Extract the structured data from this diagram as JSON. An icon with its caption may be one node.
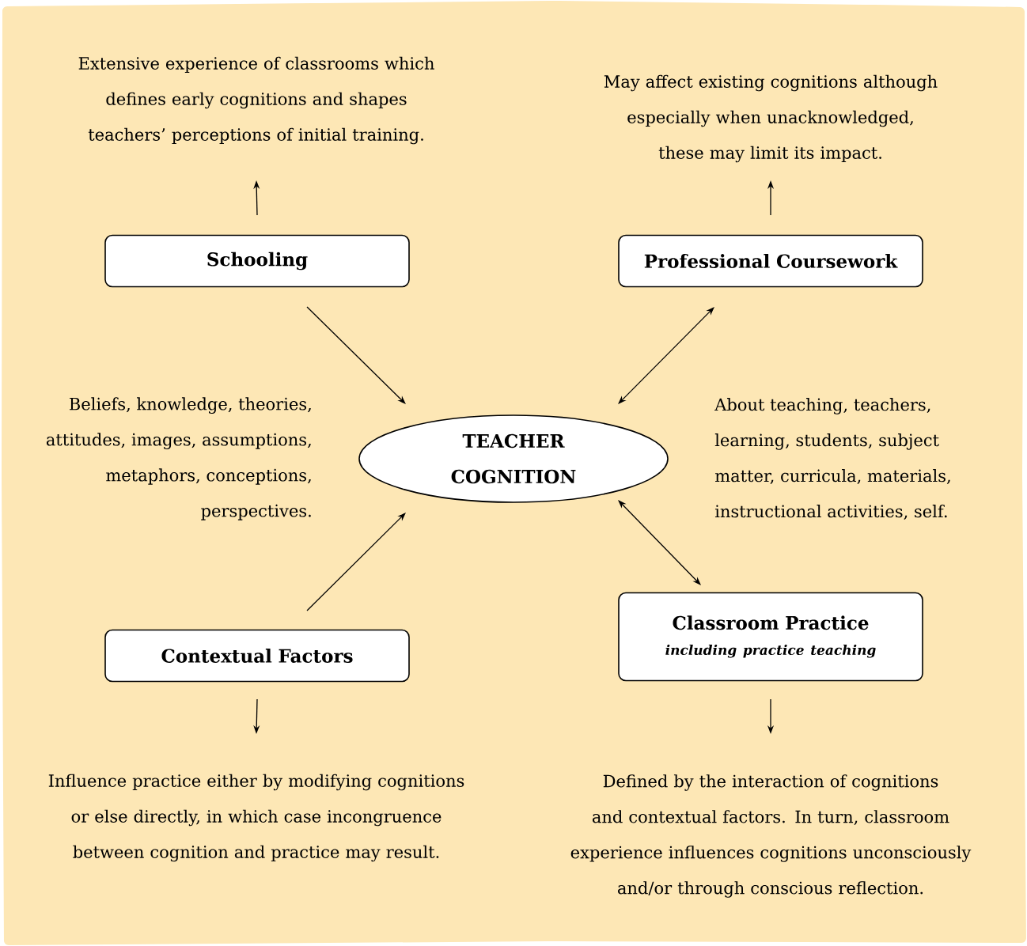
{
  "diagram": {
    "nodes": [
      {
        "text": [
          "Schooling"
        ]
      },
      {
        "text": [
          "Professional Coursework"
        ]
      },
      {
        "text": [
          "TEACHER COGNITION"
        ]
      },
      {
        "text": [
          "Contextual Factors"
        ]
      },
      {
        "text": [
          "Classroom Practice",
          "including practice teaching"
        ]
      },
      {
        "text": [
          "Extensive experience of classrooms which defines early cognitions and shapes teachers’ perceptions of initial training."
        ]
      },
      {
        "text": [
          "May affect existing cognitions although especially when unacknowledged, these may limit its impact."
        ]
      },
      {
        "text": [
          "Influence practice either by modifying cognitions or else directly, in which case incongruence between cognition and practice may result."
        ]
      },
      {
        "text": [
          "Defined by the interaction of cognitions and contextual factors. In turn, classroom experience influences cognitions unconsciously and/or through conscious reflection."
        ]
      }
    ],
    "edges": [
      {
        "from": 0,
        "to": 5,
        "arrow": "to"
      },
      {
        "from": 1,
        "to": 6,
        "arrow": "to"
      },
      {
        "from": 0,
        "to": 2,
        "arrow": "to"
      },
      {
        "from": 2,
        "to": 1,
        "arrow": "both"
      },
      {
        "from": 3,
        "to": 2,
        "arrow": "to"
      },
      {
        "from": 2,
        "to": 4,
        "arrow": "both"
      },
      {
        "from": 3,
        "to": 7,
        "arrow": "to"
      },
      {
        "from": 4,
        "to": 8,
        "arrow": "to"
      }
    ],
    "labels": [
      "Beliefs, knowledge, theories, attitudes, images, assumptions, metaphors, conceptions, perspectives.",
      "About teaching, teachers, learning, students, subject matter, curricula, materials, instructional activities, self."
    ]
  }
}
